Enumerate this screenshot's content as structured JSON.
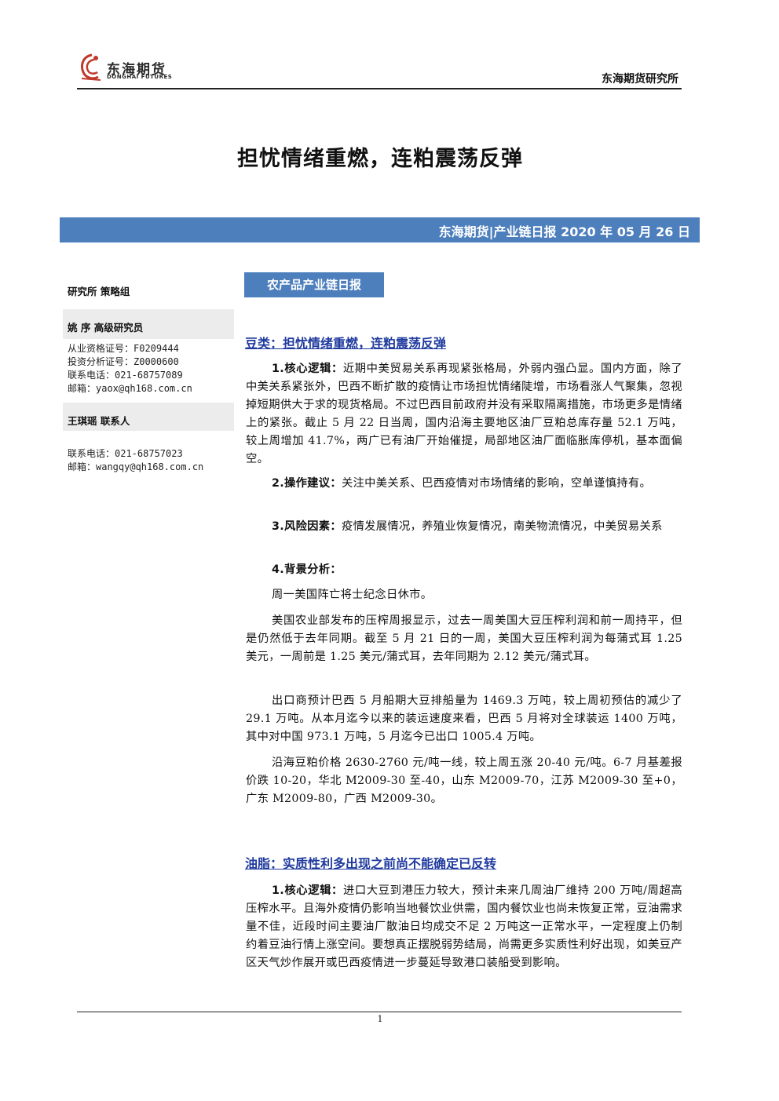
{
  "header": {
    "logo_cn": "东海期货",
    "logo_en": "DONGHAI FUTURES",
    "institute": "东海期货研究所"
  },
  "title": "担忧情绪重燃，连粕震荡反弹",
  "banner": "东海期货|产业链日报 2020 年 05 月 26 日",
  "sidebar": {
    "dept": "研究所   策略组",
    "analyst1": {
      "name": "姚   序   高级研究员",
      "lines": [
        "从业资格证号：F0209444",
        "投资分析证号：Z0000600",
        "联系电话：021-68757089",
        "邮箱：yaox@qh168.com.cn"
      ]
    },
    "analyst2": {
      "name": "王琪瑶   联系人",
      "lines": [
        "联系电话：021-68757023",
        "邮箱：wangqy@qh168.com.cn"
      ]
    }
  },
  "section_tag": "农产品产业链日报",
  "soy": {
    "heading": "豆类：担忧情绪重燃，连粕震荡反弹",
    "p1_lead": "1.核心逻辑：",
    "p1_text": "近期中美贸易关系再现紧张格局，外弱内强凸显。国内方面，除了中美关系紧张外，巴西不断扩散的疫情让市场担忧情绪陡增，市场看涨人气聚集，忽视掉短期供大于求的现货格局。不过巴西目前政府并没有采取隔离措施，市场更多是情绪上的紧张。截止 5 月 22 日当周，国内沿海主要地区油厂豆粕总库存量 52.1 万吨，较上周增加 41.7%，两广已有油厂开始催提，局部地区油厂面临胀库停机，基本面偏空。",
    "p2_lead": "2.操作建议：",
    "p2_text": "关注中美关系、巴西疫情对市场情绪的影响，空单谨慎持有。",
    "p3_lead": "3.风险因素：",
    "p3_text": "疫情发展情况，养殖业恢复情况，南美物流情况，中美贸易关系",
    "p4_lead": "4.背景分析：",
    "b1": "周一美国阵亡将士纪念日休市。",
    "b2": "美国农业部发布的压榨周报显示，过去一周美国大豆压榨利润和前一周持平，但是仍然低于去年同期。截至 5 月 21 日的一周，美国大豆压榨利润为每蒲式耳 1.25 美元，一周前是 1.25 美元/蒲式耳，去年同期为 2.12 美元/蒲式耳。",
    "b3": "出口商预计巴西 5 月船期大豆排船量为 1469.3 万吨，较上周初预估的减少了 29.1 万吨。从本月迄今以来的装运速度来看，巴西 5 月将对全球装运 1400 万吨，其中对中国 973.1 万吨，5 月迄今已出口 1005.4 万吨。",
    "b4": "沿海豆粕价格 2630-2760 元/吨一线，较上周五涨 20-40 元/吨。6-7 月基差报价跌 10-20，华北 M2009-30 至-40，山东 M2009-70，江苏 M2009-30 至+0，广东 M2009-80，广西 M2009-30。"
  },
  "oil": {
    "heading": "油脂：实质性利多出现之前尚不能确定已反转",
    "p1_lead": "1.核心逻辑：",
    "p1_text": "进口大豆到港压力较大，预计未来几周油厂维持 200 万吨/周超高压榨水平。且海外疫情仍影响当地餐饮业供需，国内餐饮业也尚未恢复正常，豆油需求量不佳，近段时间主要油厂散油日均成交不足 2 万吨这一正常水平，一定程度上仍制约着豆油行情上涨空间。要想真正摆脱弱势结局，尚需更多实质性利好出现，如美豆产区天气炒作展开或巴西疫情进一步蔓延导致港口装船受到影响。"
  },
  "footer": {
    "page": "1"
  }
}
